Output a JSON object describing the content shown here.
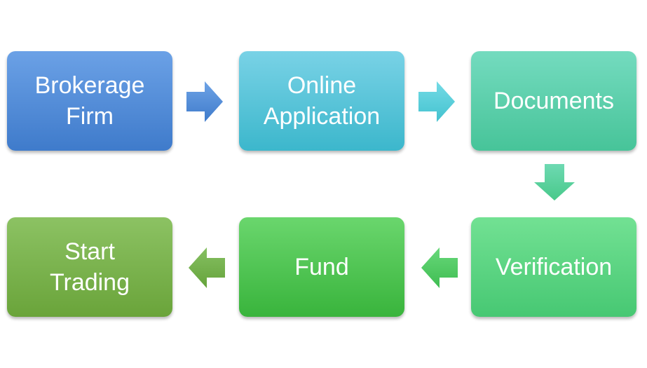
{
  "steps": [
    {
      "label": "Brokerage\nFirm"
    },
    {
      "label": "Online\nApplication"
    },
    {
      "label": "Documents"
    },
    {
      "label": "Verification"
    },
    {
      "label": "Fund"
    },
    {
      "label": "Start\nTrading"
    }
  ],
  "colors": {
    "step1": "#4f8cd8",
    "step2": "#4cc3d8",
    "step3": "#5ccfaa",
    "step4": "#58d17f",
    "step5": "#47c24a",
    "step6": "#7ab34c"
  }
}
